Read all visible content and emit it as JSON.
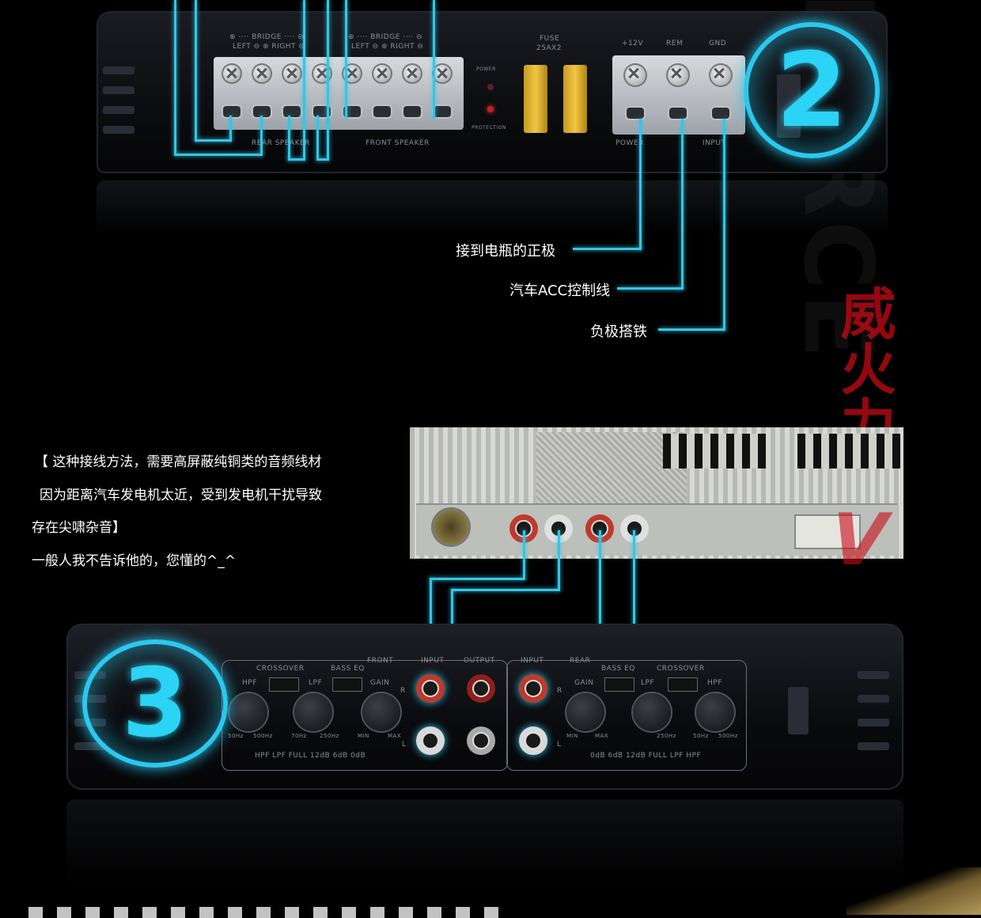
{
  "amp_top": {
    "bridge_left": "⊕ ···· BRIDGE ···· ⊖",
    "bridge_right": "⊕ ···· BRIDGE ···· ⊖",
    "channel_left_rear": "LEFT ⊖ ⊕ RIGHT ⊖",
    "channel_left_front": "LEFT ⊖ ⊕ RIGHT ⊖",
    "rear_speaker": "REAR SPEAKER",
    "front_speaker": "FRONT SPEAKER",
    "power_led": "POWER",
    "protection_led": "PROTECTION",
    "fuse_label": "FUSE",
    "fuse_rating": "25AX2",
    "plus12v": "+12V",
    "rem": "REM",
    "gnd": "GND",
    "power": "POWER",
    "input": "INPUT"
  },
  "step_two": "2",
  "step_three": "3",
  "callouts": {
    "battery_positive": "接到电瓶的正极",
    "acc_control": "汽车ACC控制线",
    "ground": "负极搭铁"
  },
  "note": {
    "line1": "【 这种接线方法，需要高屏蔽纯铜类的音频线材",
    "line2": "因为距离汽车发电机太近，受到发电机干扰导致",
    "line3": "存在尖啸杂音】",
    "line4": "一般人我不告诉他的，您懂的^_^"
  },
  "amp_bottom": {
    "front": "FRONT",
    "input": "INPUT",
    "output": "OUTPUT",
    "input_rear": "INPUT",
    "rear": "REAR",
    "crossover_l": "CROSSOVER",
    "bass_eq_l": "BASS EQ",
    "hpf_l": "HPF",
    "lpf_l": "LPF",
    "gain_l": "GAIN",
    "r_l": "R",
    "l_l": "L",
    "freq1_l": "50Hz",
    "freq2_l": "500Hz",
    "freq3_l": "70Hz",
    "freq4_l": "250Hz",
    "min_l": "MIN",
    "max_l": "MAX",
    "bottom_l": "HPF  LPF  FULL   12dB  6dB  0dB",
    "crossover_r": "CROSSOVER",
    "bass_eq_r": "BASS EQ",
    "gain_r": "GAIN",
    "lpf_r": "LPF",
    "hpf_r": "HPF",
    "r_r": "R",
    "l_r": "L",
    "min_r": "MIN",
    "max_r": "MAX",
    "freq1_r": "250Hz",
    "freq2_r": "50Hz",
    "freq3_r": "500Hz",
    "bottom_r": "0dB  6dB  12dB   FULL  LPF  HPF"
  },
  "watermark_en": "FORCE",
  "watermark_cn": "威火力",
  "wire_color": "#33c6e6",
  "accent_color": "#2bc8ee",
  "brand_red": "#c80a14"
}
